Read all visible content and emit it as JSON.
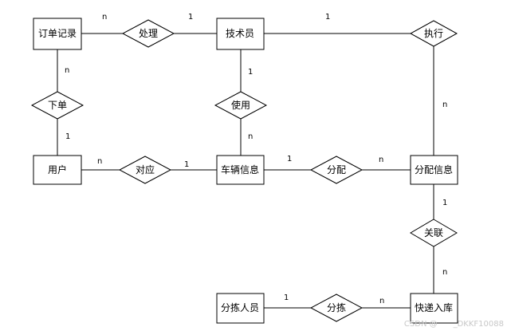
{
  "entities": [
    {
      "id": "order",
      "label": "订单记录"
    },
    {
      "id": "tech",
      "label": "技术员"
    },
    {
      "id": "user",
      "label": "用户"
    },
    {
      "id": "vehicle",
      "label": "车辆信息"
    },
    {
      "id": "assign",
      "label": "分配信息"
    },
    {
      "id": "sorter",
      "label": "分拣人员"
    },
    {
      "id": "express",
      "label": "快递入库"
    }
  ],
  "relations": [
    {
      "id": "process",
      "label": "处理"
    },
    {
      "id": "execute",
      "label": "执行"
    },
    {
      "id": "place",
      "label": "下单"
    },
    {
      "id": "use",
      "label": "使用"
    },
    {
      "id": "correspond",
      "label": "对应"
    },
    {
      "id": "allocate",
      "label": "分配"
    },
    {
      "id": "associate",
      "label": "关联"
    },
    {
      "id": "sort",
      "label": "分拣"
    }
  ],
  "cardinalities": [
    {
      "id": "process-order",
      "label": "n"
    },
    {
      "id": "process-tech",
      "label": "1"
    },
    {
      "id": "execute-tech",
      "label": "1"
    },
    {
      "id": "execute-assign",
      "label": "n"
    },
    {
      "id": "place-order",
      "label": "n"
    },
    {
      "id": "place-user",
      "label": "1"
    },
    {
      "id": "use-tech",
      "label": "1"
    },
    {
      "id": "use-vehicle",
      "label": "n"
    },
    {
      "id": "correspond-user",
      "label": "n"
    },
    {
      "id": "correspond-vehicle",
      "label": "1"
    },
    {
      "id": "allocate-vehicle",
      "label": "1"
    },
    {
      "id": "allocate-assign",
      "label": "n"
    },
    {
      "id": "associate-assign",
      "label": "1"
    },
    {
      "id": "associate-express",
      "label": "n"
    },
    {
      "id": "sort-sorter",
      "label": "1"
    },
    {
      "id": "sort-express",
      "label": "n"
    }
  ],
  "watermark": "CSDN @　　_DKKF10088"
}
